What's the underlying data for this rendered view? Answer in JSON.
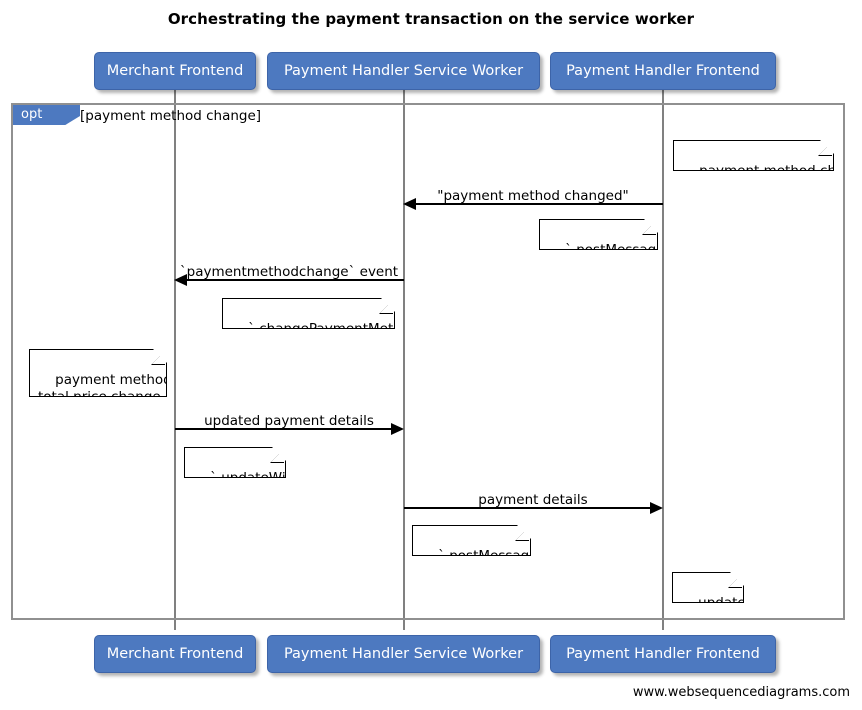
{
  "title": "Orchestrating the payment transaction on the service worker",
  "footer": "www.websequencediagrams.com",
  "colors": {
    "participant_fill": "#4d79c0",
    "participant_text": "#ffffff",
    "fragment_border": "#909090",
    "lifeline": "#808080",
    "message": "#000000",
    "note_fill": "#ffffff"
  },
  "participants": [
    {
      "label": "Merchant Frontend"
    },
    {
      "label": "Payment Handler Service Worker"
    },
    {
      "label": "Payment Handler Frontend"
    }
  ],
  "participants_bottom": [
    {
      "label": "Merchant Frontend"
    },
    {
      "label": "Payment Handler Service Worker"
    },
    {
      "label": "Payment Handler Frontend"
    }
  ],
  "fragment": {
    "kind": "opt",
    "guard": "[payment method change]"
  },
  "messages": [
    {
      "label": "\"payment method changed\"",
      "from": "Payment Handler Frontend",
      "to": "Payment Handler Service Worker",
      "direction": "left"
    },
    {
      "label": "`paymentmethodchange` event",
      "from": "Payment Handler Service Worker",
      "to": "Merchant Frontend",
      "direction": "left"
    },
    {
      "label": "updated payment details",
      "from": "Merchant Frontend",
      "to": "Payment Handler Service Worker",
      "direction": "right"
    },
    {
      "label": "payment details",
      "from": "Payment Handler Service Worker",
      "to": "Payment Handler Frontend",
      "direction": "right"
    }
  ],
  "notes": [
    {
      "text": "payment method changed",
      "over": "Payment Handler Frontend"
    },
    {
      "text": "`.postMessage()`",
      "over": "Payment Handler Frontend"
    },
    {
      "text": "`.changePaymentMethod()`",
      "over": "Payment Handler Service Worker"
    },
    {
      "text": "payment method &\ntotal price change etc",
      "over": "Merchant Frontend"
    },
    {
      "text": "`.updateWith()`",
      "over": "Merchant Frontend"
    },
    {
      "text": "`.postMessage()`",
      "over": "Payment Handler Service Worker"
    },
    {
      "text": "update UI",
      "over": "Payment Handler Frontend"
    }
  ]
}
